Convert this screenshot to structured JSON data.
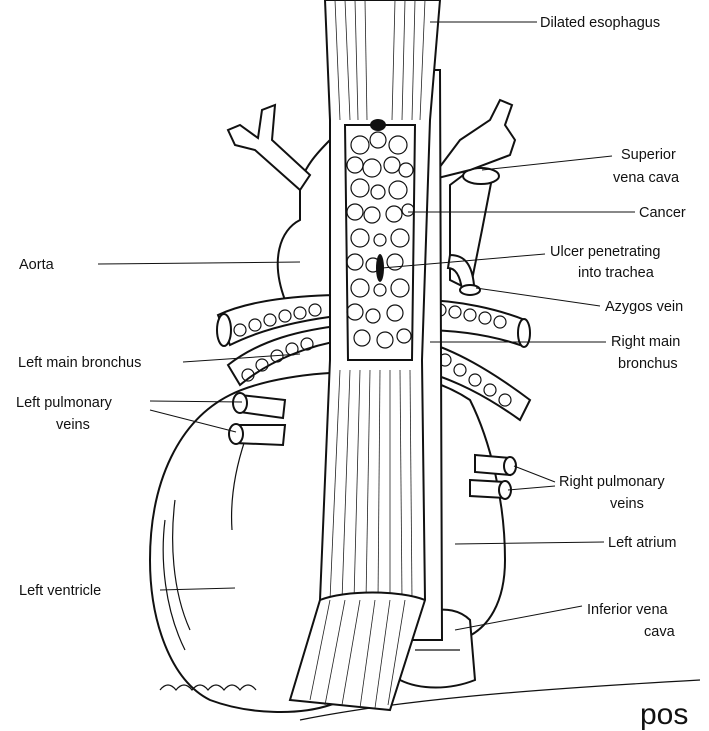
{
  "labels": {
    "dilated_esophagus": "Dilated esophagus",
    "superior_vena_cava_1": "Superior",
    "superior_vena_cava_2": "vena cava",
    "cancer": "Cancer",
    "aorta": "Aorta",
    "ulcer_1": "Ulcer penetrating",
    "ulcer_2": "into trachea",
    "azygos_vein": "Azygos vein",
    "left_main_bronchus": "Left main bronchus",
    "right_main_bronchus_1": "Right main",
    "right_main_bronchus_2": "bronchus",
    "left_pulmonary_veins_1": "Left pulmonary",
    "left_pulmonary_veins_2": "veins",
    "right_pulmonary_veins_1": "Right pulmonary",
    "right_pulmonary_veins_2": "veins",
    "left_atrium": "Left atrium",
    "left_ventricle": "Left ventricle",
    "inferior_vena_cava_1": "Inferior vena",
    "inferior_vena_cava_2": "cava"
  },
  "caption": "pos",
  "colors": {
    "ink": "#111111",
    "background": "#ffffff"
  }
}
